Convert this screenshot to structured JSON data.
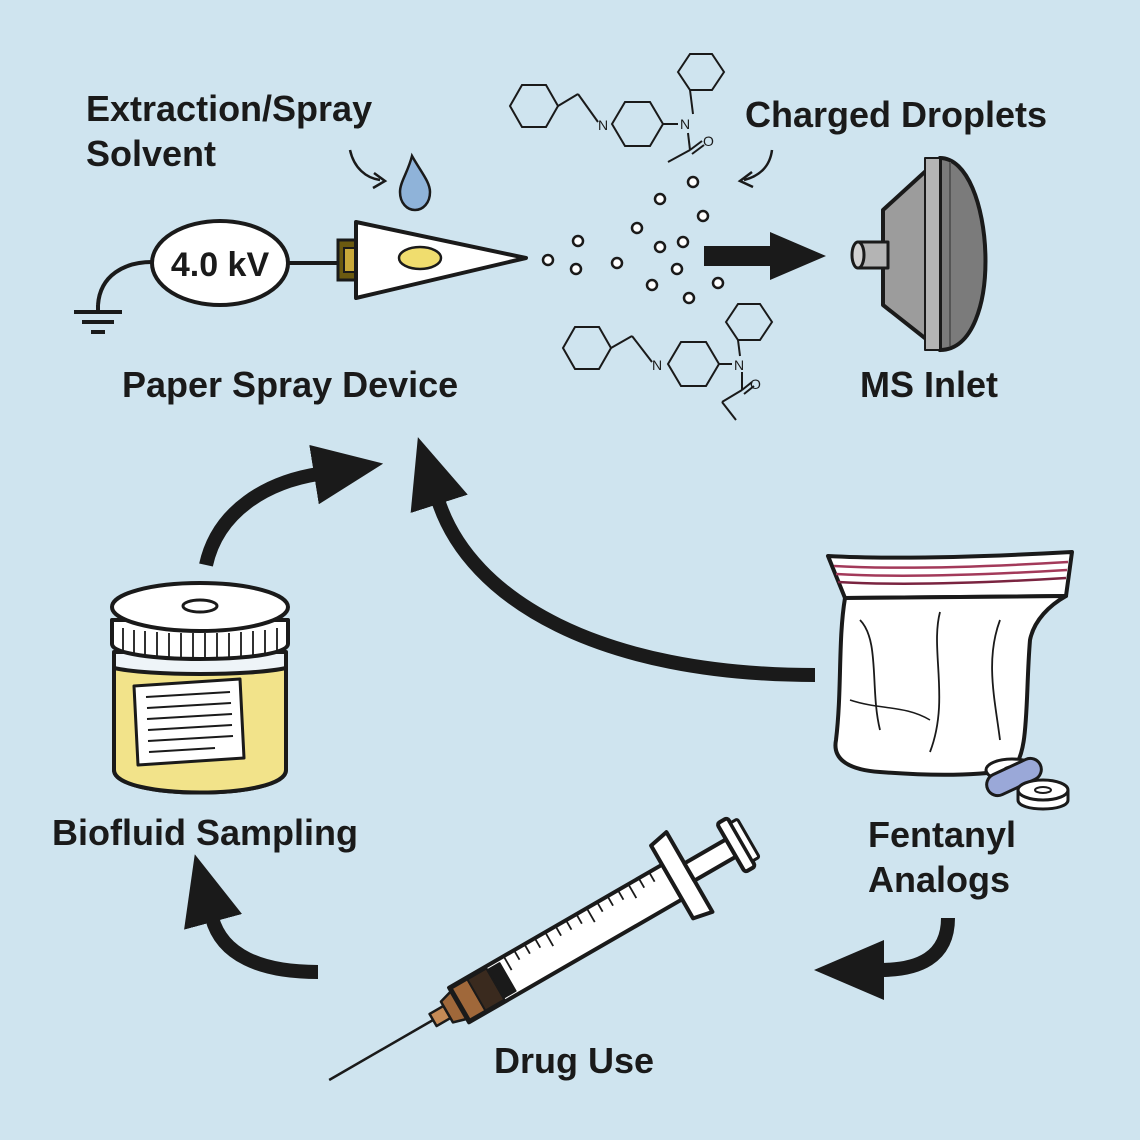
{
  "labels": {
    "solvent_line1": "Extraction/Spray",
    "solvent_line2": "Solvent",
    "droplets": "Charged Droplets",
    "voltage": "4.0 kV",
    "device": "Paper Spray Device",
    "ms_inlet": "MS Inlet",
    "biofluid": "Biofluid Sampling",
    "fentanyl_line1": "Fentanyl",
    "fentanyl_line2": "Analogs",
    "drug_use": "Drug Use"
  },
  "molecule_atoms": {
    "nitrogen": "N",
    "oxygen": "O"
  },
  "colors": {
    "background": "#cfe4ef",
    "ink": "#1a1a1a",
    "sample_yellow": "#f2e38a",
    "paper_spot": "#f0dd6e",
    "solvent_drop": "#8fb3d9",
    "inlet_gray": "#8c8c8c",
    "syringe_plunger": "#a0683a",
    "pill_blue": "#9aa8d8"
  },
  "icons": [
    "ground-icon",
    "solvent-drop-icon",
    "paper-triangle-icon",
    "ms-inlet-icon",
    "urine-cup-icon",
    "drug-bag-icon",
    "pills-icon",
    "syringe-icon"
  ]
}
